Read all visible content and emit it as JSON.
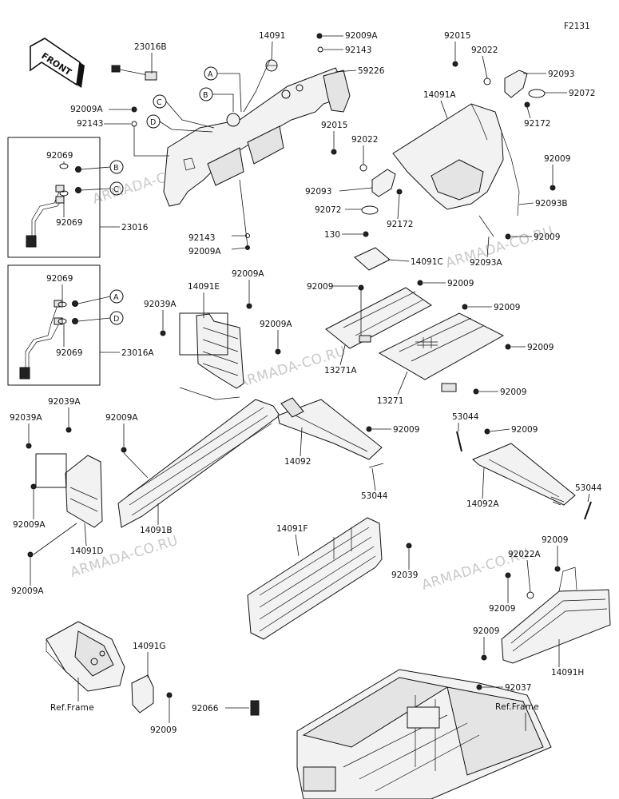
{
  "diagram": {
    "figure_code": "F2131",
    "front_arrow_label": "FRONT",
    "ref_frame_label": "Ref.Frame",
    "watermark_text": "ARMADA-CO.RU",
    "callout_letters": [
      "A",
      "B",
      "C",
      "D"
    ],
    "part_numbers": {
      "p14091": "14091",
      "p92009A_top": "92009A",
      "p92143_top": "92143",
      "p59226": "59226",
      "p23016B": "23016B",
      "p92009A_left": "92009A",
      "p92143_left": "92143",
      "p92069_1": "92069",
      "p92069_2": "92069",
      "p23016": "23016",
      "p92069_3": "92069",
      "p92069_4": "92069",
      "p23016A": "23016A",
      "p92143_mid": "92143",
      "p92009A_mid": "92009A",
      "p92015_1": "92015",
      "p92022_1": "92022",
      "p92093_1": "92093",
      "p92072_1": "92072",
      "p92172_1": "92172",
      "p92015_2": "92015",
      "p92022_2": "92022",
      "p92093_2": "92093",
      "p92072_2": "92072",
      "p92172_2": "92172",
      "p14091A": "14091A",
      "p92009_r1": "92009",
      "p92093B": "92093B",
      "p92009_r2": "92009",
      "p92093A": "92093A",
      "p130": "130",
      "p14091C": "14091C",
      "p92009_c1": "92009",
      "p92009_c2": "92009",
      "p92009_c3": "92009",
      "p92009_c4": "92009",
      "p92009_c5": "92009",
      "p13271A": "13271A",
      "p13271": "13271",
      "p14091E": "14091E",
      "p92009A_e1": "92009A",
      "p92039A_e": "92039A",
      "p92009A_e2": "92009A",
      "p92039A_l1": "92039A",
      "p92039A_l2": "92039A",
      "p92009A_l1": "92009A",
      "p92009A_l2": "92009A",
      "p14091B": "14091B",
      "p14091D": "14091D",
      "p92009A_l3": "92009A",
      "p14092": "14092",
      "p92009_m1": "92009",
      "p53044_1": "53044",
      "p53044_2": "53044",
      "p92009_m2": "92009",
      "p14092A": "14092A",
      "p53044_3": "53044",
      "p14091F": "14091F",
      "p92039": "92039",
      "p92009_h1": "92009",
      "p92022A": "92022A",
      "p92009_h2": "92009",
      "p92009_h3": "92009",
      "p14091H": "14091H",
      "p14091G": "14091G",
      "p92009_g": "92009",
      "p92037": "92037",
      "p92066": "92066"
    }
  }
}
